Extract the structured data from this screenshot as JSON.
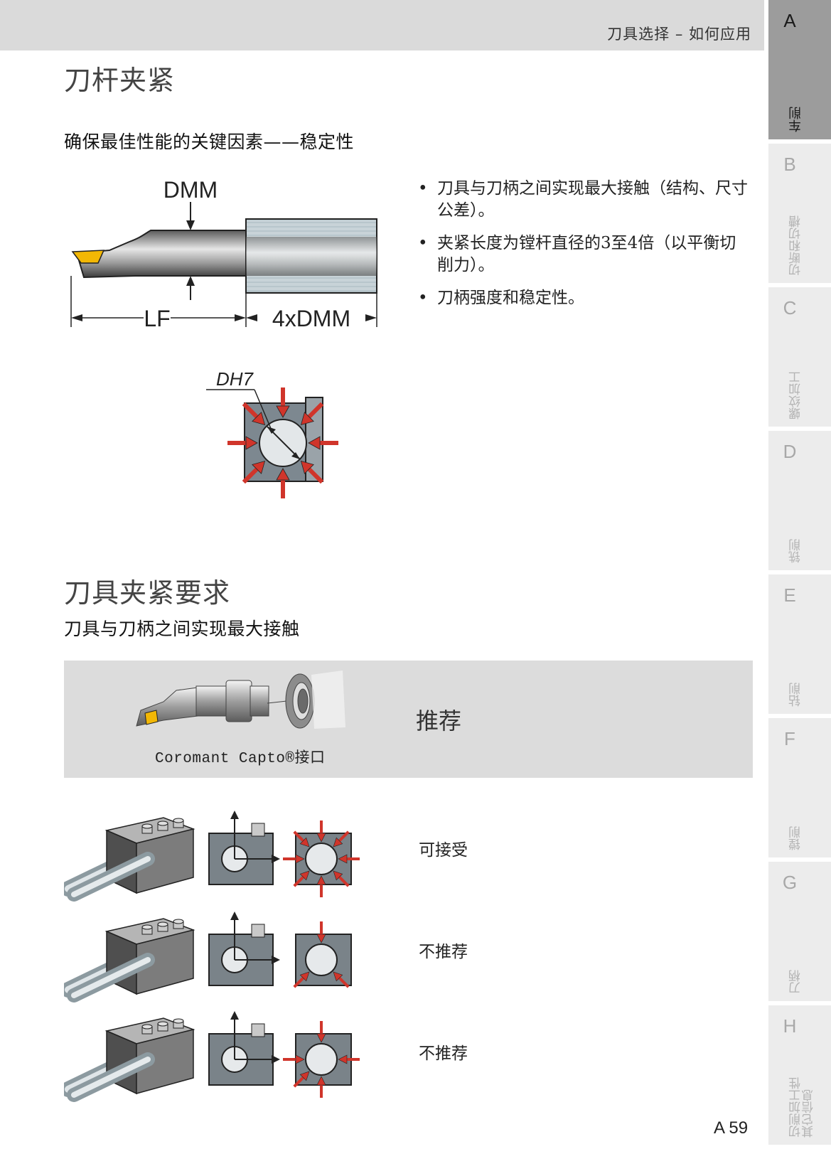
{
  "header": {
    "text": "刀具选择 – 如何应用"
  },
  "side_tabs": [
    {
      "letter": "A",
      "label": "车削",
      "active": true
    },
    {
      "letter": "B",
      "label": "切断和切槽",
      "active": false
    },
    {
      "letter": "C",
      "label": "螺纹加工",
      "active": false
    },
    {
      "letter": "D",
      "label": "铣削",
      "active": false
    },
    {
      "letter": "E",
      "label": "钻削",
      "active": false
    },
    {
      "letter": "F",
      "label": "镗削",
      "active": false
    },
    {
      "letter": "G",
      "label": "刀柄",
      "active": false
    },
    {
      "letter": "H",
      "label": "切削加工性\n其它信息",
      "active": false
    }
  ],
  "section1": {
    "title": "刀杆夹紧",
    "subtitle": "确保最佳性能的关键因素——稳定性",
    "diagram_labels": {
      "dmm": "DMM",
      "lf": "LF",
      "four_dmm": "4xDMM",
      "dh7": "DH7"
    },
    "bullets": [
      "刀具与刀柄之间实现最大接触（结构、尺寸公差）。",
      "夹紧长度为镗杆直径的3至4倍（以平衡切削力）。",
      "刀柄强度和稳定性。"
    ]
  },
  "section2": {
    "title": "刀具夹紧要求",
    "subtitle": "刀具与刀柄之间实现最大接触",
    "recommended": {
      "interface_label": "Coromant Capto®接口",
      "rating": "推荐"
    },
    "rows": [
      {
        "rating": "可接受"
      },
      {
        "rating": "不推荐"
      },
      {
        "rating": "不推荐"
      }
    ]
  },
  "page_number": "A 59",
  "colors": {
    "arrow_red": "#d0352b",
    "insert_yellow": "#f2b705",
    "header_gray": "#dadada",
    "active_tab": "#9c9c9c"
  }
}
